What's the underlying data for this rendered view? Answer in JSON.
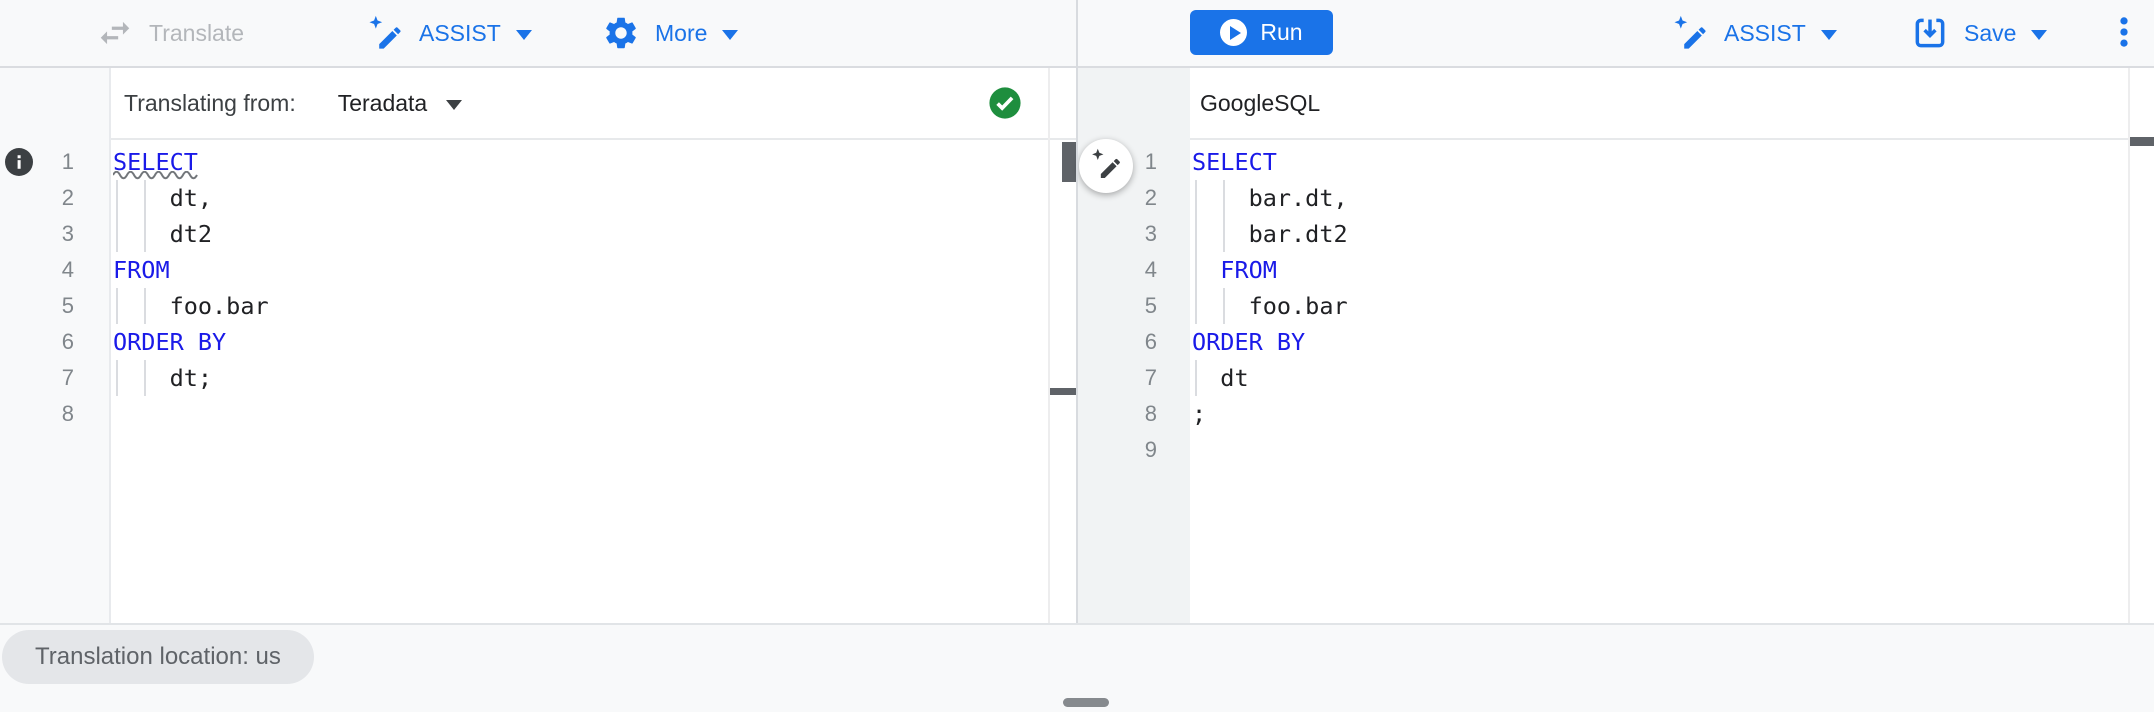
{
  "toolbar_left": {
    "translate_label": "Translate",
    "assist_label": "ASSIST",
    "more_label": "More"
  },
  "toolbar_right": {
    "run_label": "Run",
    "assist_label": "ASSIST",
    "save_label": "Save"
  },
  "source_panel": {
    "header_label": "Translating from:",
    "dialect": "Teradata",
    "lines": [
      {
        "num": 1,
        "guides": 0,
        "squiggle": true,
        "segments": [
          {
            "t": "SELECT",
            "c": "kw"
          }
        ]
      },
      {
        "num": 2,
        "guides": 2,
        "segments": [
          {
            "t": "    dt,",
            "c": "pl"
          }
        ]
      },
      {
        "num": 3,
        "guides": 2,
        "segments": [
          {
            "t": "    dt2",
            "c": "pl"
          }
        ]
      },
      {
        "num": 4,
        "guides": 0,
        "segments": [
          {
            "t": "FROM",
            "c": "kw"
          }
        ]
      },
      {
        "num": 5,
        "guides": 2,
        "segments": [
          {
            "t": "    foo.bar",
            "c": "pl"
          }
        ]
      },
      {
        "num": 6,
        "guides": 0,
        "segments": [
          {
            "t": "ORDER BY",
            "c": "kw"
          }
        ]
      },
      {
        "num": 7,
        "guides": 2,
        "segments": [
          {
            "t": "    dt;",
            "c": "pl"
          }
        ]
      },
      {
        "num": 8,
        "guides": 0,
        "segments": []
      }
    ]
  },
  "target_panel": {
    "title": "GoogleSQL",
    "lines": [
      {
        "num": 1,
        "guides": 0,
        "segments": [
          {
            "t": "SELECT",
            "c": "kw"
          }
        ]
      },
      {
        "num": 2,
        "guides": 2,
        "segments": [
          {
            "t": "    bar.dt,",
            "c": "pl"
          }
        ]
      },
      {
        "num": 3,
        "guides": 2,
        "segments": [
          {
            "t": "    bar.dt2",
            "c": "pl"
          }
        ]
      },
      {
        "num": 4,
        "guides": 1,
        "segments": [
          {
            "t": "  ",
            "c": "pl"
          },
          {
            "t": "FROM",
            "c": "kw"
          }
        ]
      },
      {
        "num": 5,
        "guides": 2,
        "segments": [
          {
            "t": "    foo.bar",
            "c": "pl"
          }
        ]
      },
      {
        "num": 6,
        "guides": 0,
        "segments": [
          {
            "t": "ORDER BY",
            "c": "kw"
          }
        ]
      },
      {
        "num": 7,
        "guides": 1,
        "segments": [
          {
            "t": "  dt",
            "c": "pl"
          }
        ]
      },
      {
        "num": 8,
        "guides": 0,
        "segments": [
          {
            "t": ";",
            "c": "pl"
          }
        ]
      },
      {
        "num": 9,
        "guides": 0,
        "segments": []
      }
    ]
  },
  "status_bar": {
    "location_chip": "Translation location: us"
  },
  "icons": {
    "translate": "swap-horizontal-arrows",
    "assist": "pen-sparkle",
    "more": "gear",
    "run": "play-circle",
    "save": "save-arrow-down-tray",
    "overflow": "kebab-vertical-dots",
    "source_status": "green-check-circle",
    "line_info": "info-circle",
    "wand": "pen-sparkle"
  },
  "colors": {
    "accent": "#1a73e8",
    "keyword": "#1a1ae8",
    "success": "#1e8e3e",
    "disabled": "#b3b6ba",
    "toolbar_bg": "#f8f9fa"
  }
}
